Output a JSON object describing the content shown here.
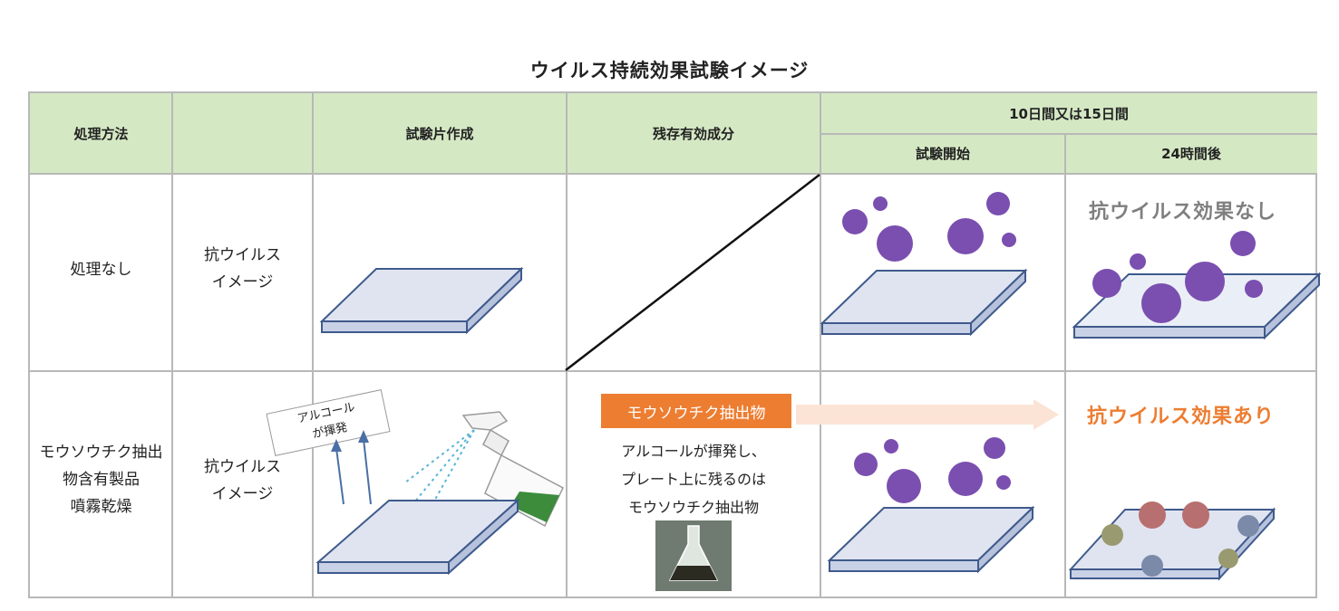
{
  "title": "ウイルス持続効果試験イメージ",
  "headers": {
    "method": "処理方法",
    "blank": "",
    "specimen": "試験片作成",
    "residual": "残存有効成分",
    "period": "10日間又は15日間",
    "start": "試験開始",
    "after": "24時間後"
  },
  "rows": [
    {
      "method": "処理なし",
      "image_label_1": "抗ウイルス",
      "image_label_2": "イメージ",
      "result": "抗ウイルス効果なし"
    },
    {
      "method_1": "モウソウチク抽出",
      "method_2": "物含有製品",
      "method_3": "噴霧乾燥",
      "image_label_1": "抗ウイルス",
      "image_label_2": "イメージ",
      "card_line_1": "アルコール",
      "card_line_2": "が揮発",
      "extract_label": "モウソウチク抽出物",
      "desc_1": "アルコールが揮発し、",
      "desc_2": "プレート上に残るのは",
      "desc_3": "モウソウチク抽出物",
      "result": "抗ウイルス効果あり"
    }
  ],
  "colors": {
    "header_bg": "#d5e8c4",
    "orange": "#ed7d31",
    "virus": "#7a4fb0",
    "plate": "#dfe4f0",
    "plate_edge": "#3f5a8c"
  }
}
